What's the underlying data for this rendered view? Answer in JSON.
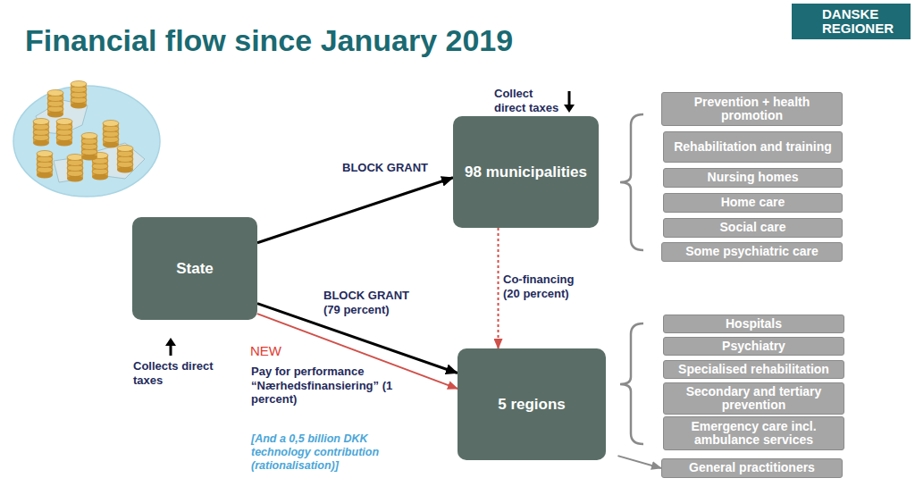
{
  "diagram": {
    "title": "Financial flow since January 2019",
    "nodes": [
      {
        "text": [
          "DANSKE REGIONER"
        ]
      },
      {
        "text": [
          "98 municipalities"
        ]
      },
      {
        "text": [
          "Prevention + health promotion"
        ]
      },
      {
        "text": [
          "Rehabilitation and training"
        ]
      },
      {
        "text": [
          "Nursing homes"
        ]
      },
      {
        "text": [
          "Home care"
        ]
      },
      {
        "text": [
          "Social care"
        ]
      },
      {
        "text": [
          "Some psychiatric care"
        ]
      },
      {
        "text": [
          "State"
        ]
      },
      {
        "text": [
          "5 regions"
        ]
      },
      {
        "text": [
          "Hospitals"
        ]
      },
      {
        "text": [
          "Psychiatry"
        ]
      },
      {
        "text": [
          "Specialised rehabilitation"
        ]
      },
      {
        "text": [
          "Secondary and tertiary prevention"
        ]
      },
      {
        "text": [
          "Emergency care incl. ambulance services"
        ]
      },
      {
        "text": [
          "General practitioners"
        ]
      }
    ],
    "edges": [
      {
        "from": 8,
        "to": 1,
        "label": "BLOCK GRANT",
        "arrow": "to"
      },
      {
        "from": 8,
        "to": 9,
        "label": "BLOCK GRANT (79 percent)",
        "arrow": "to"
      },
      {
        "from": 8,
        "to": 9,
        "label": "Pay for performance “Nærhedsfinansiering” (1 percent)",
        "arrow": "to"
      },
      {
        "from": 1,
        "to": 9,
        "label": "Co-financing (20 percent)",
        "arrow": "to"
      },
      {
        "from": 9,
        "to": 15,
        "arrow": "to"
      }
    ],
    "labels": [
      "Collect direct taxes",
      "Collects direct taxes",
      "NEW",
      "[And a 0,5 billion DKK technology contribution (rationalisation)]"
    ]
  }
}
